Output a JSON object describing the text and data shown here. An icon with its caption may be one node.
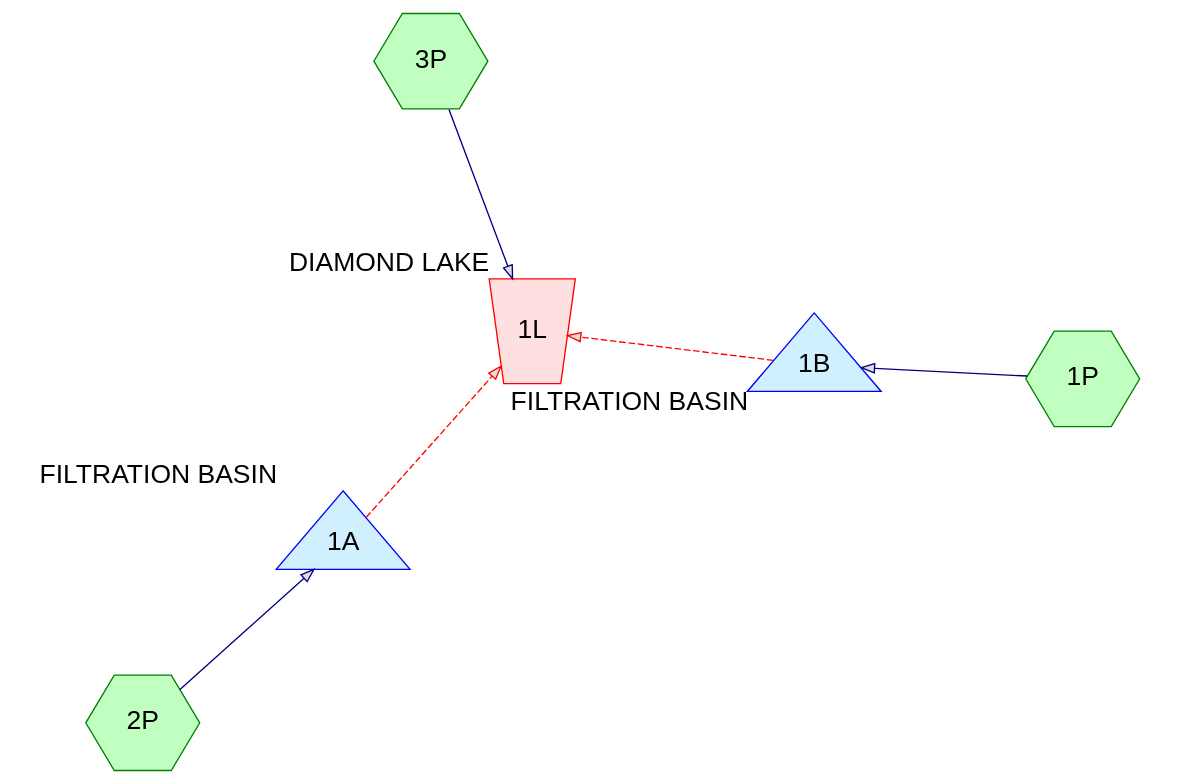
{
  "diagram": {
    "nodes": [
      {
        "text": [
          "2P"
        ]
      },
      {
        "text": [
          "1A"
        ],
        "beside": [
          "FILTRATION BASIN"
        ]
      },
      {
        "text": [
          "1B"
        ],
        "beside": [
          "FILTRATION BASIN"
        ]
      },
      {
        "text": [
          "1L"
        ],
        "beside": [
          "DIAMOND LAKE"
        ]
      },
      {
        "text": [
          "1P"
        ]
      },
      {
        "text": [
          "3P"
        ]
      }
    ],
    "edges": [
      {
        "from": 0,
        "to": 1,
        "arrow": "to"
      },
      {
        "from": 1,
        "to": 3,
        "arrow": "to",
        "style": "dashed",
        "color": "#ff0000"
      },
      {
        "from": 2,
        "to": 3,
        "arrow": "to",
        "style": "dashed",
        "color": "#ff0000"
      },
      {
        "from": 4,
        "to": 2,
        "arrow": "to"
      },
      {
        "from": 5,
        "to": 3,
        "arrow": "to"
      }
    ]
  }
}
